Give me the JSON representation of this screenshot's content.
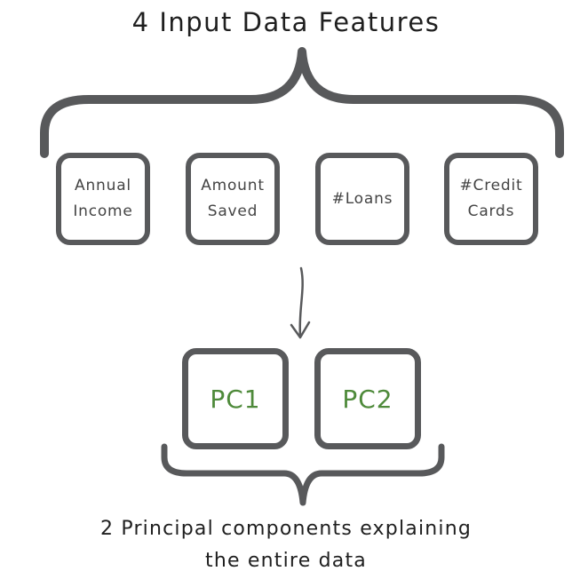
{
  "title": "4 Input Data Features",
  "features": [
    {
      "line1": "Annual",
      "line2": "Income"
    },
    {
      "line1": "Amount",
      "line2": "Saved"
    },
    {
      "line1": "#Loans",
      "line2": ""
    },
    {
      "line1": "#Credit",
      "line2": "Cards"
    }
  ],
  "components": [
    "PC1",
    "PC2"
  ],
  "caption": {
    "line1": "2 Principal components explaining",
    "line2": "the entire data"
  },
  "colors": {
    "stroke": "#58595b",
    "component_text": "#4e8a3a"
  }
}
